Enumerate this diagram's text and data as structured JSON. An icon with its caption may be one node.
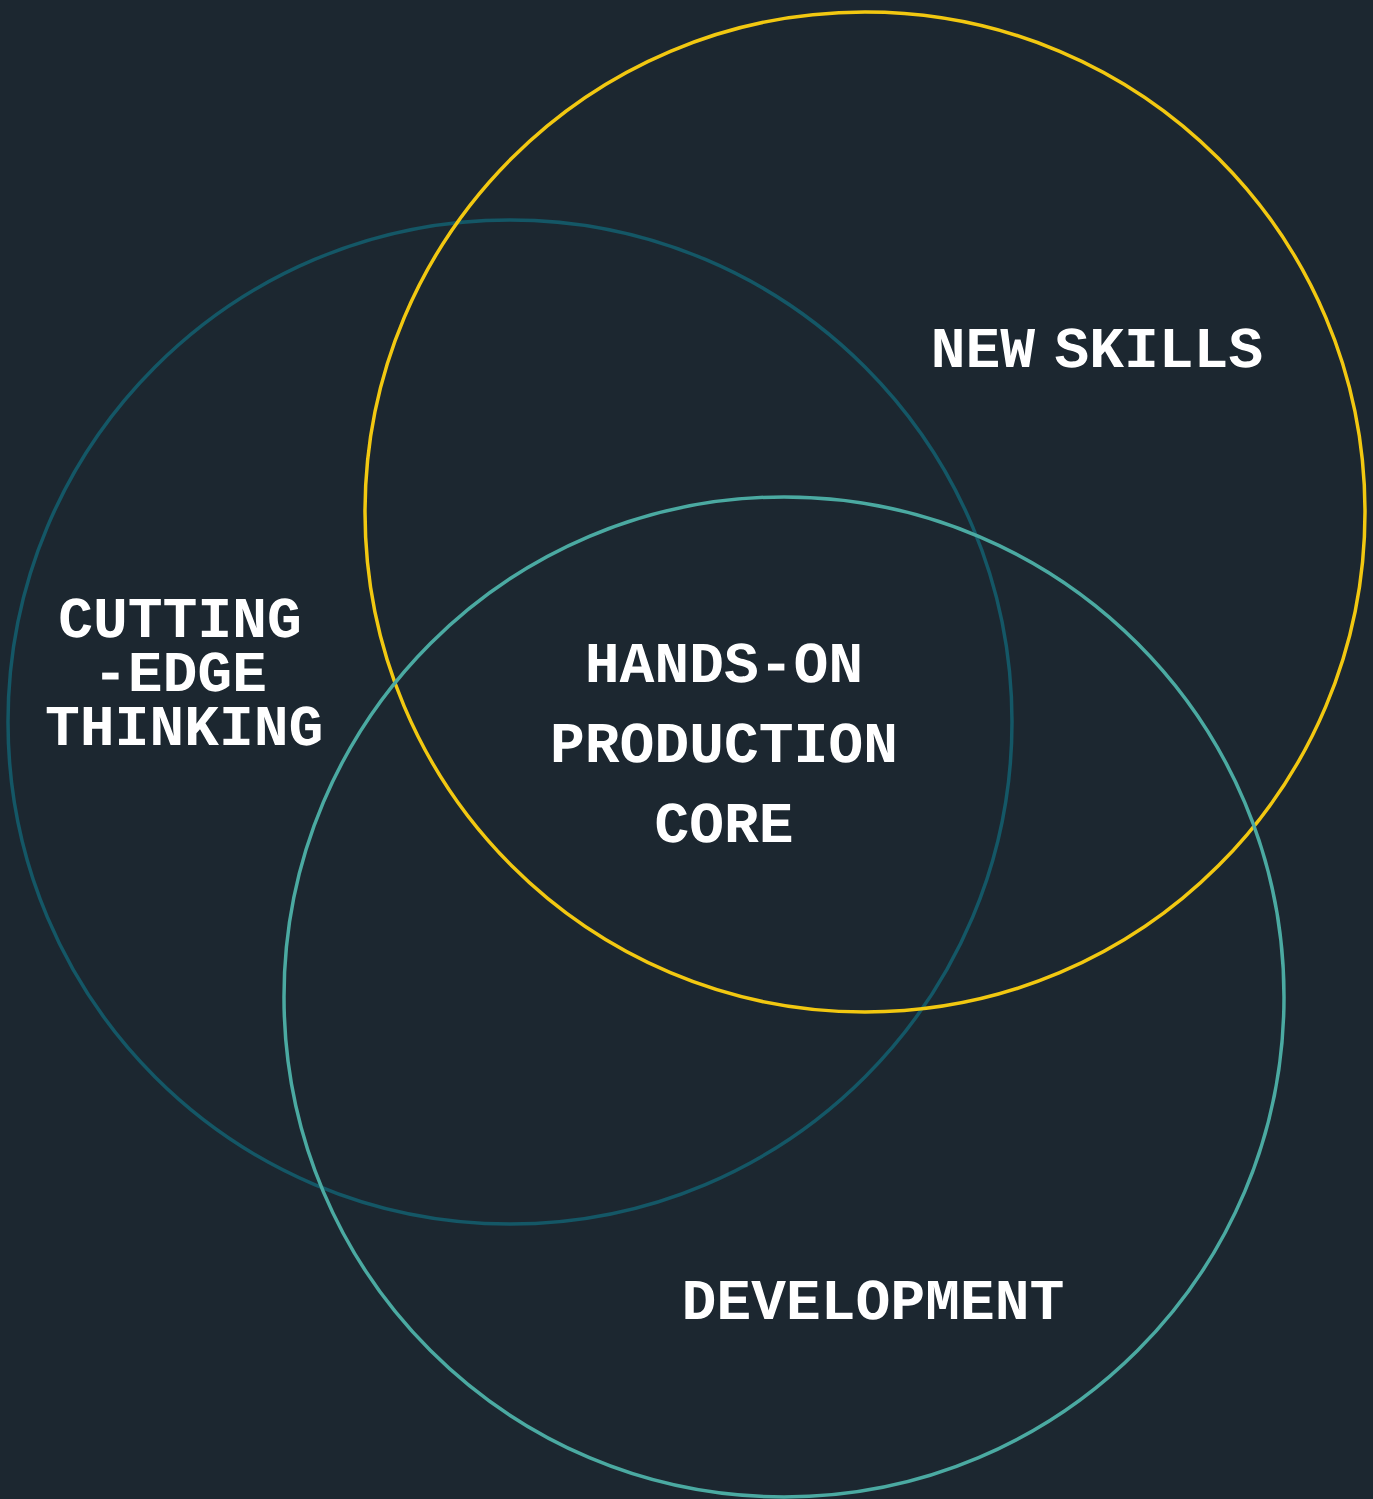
{
  "diagram": {
    "nodes": [
      {
        "text": [
          "CUTTING -EDGE THINKING"
        ]
      },
      {
        "text": [
          "NEW SKILLS"
        ]
      },
      {
        "text": [
          "DEVELOPMENT"
        ]
      }
    ],
    "labels": [
      "HANDS-ON PRODUCTION CORE"
    ]
  }
}
